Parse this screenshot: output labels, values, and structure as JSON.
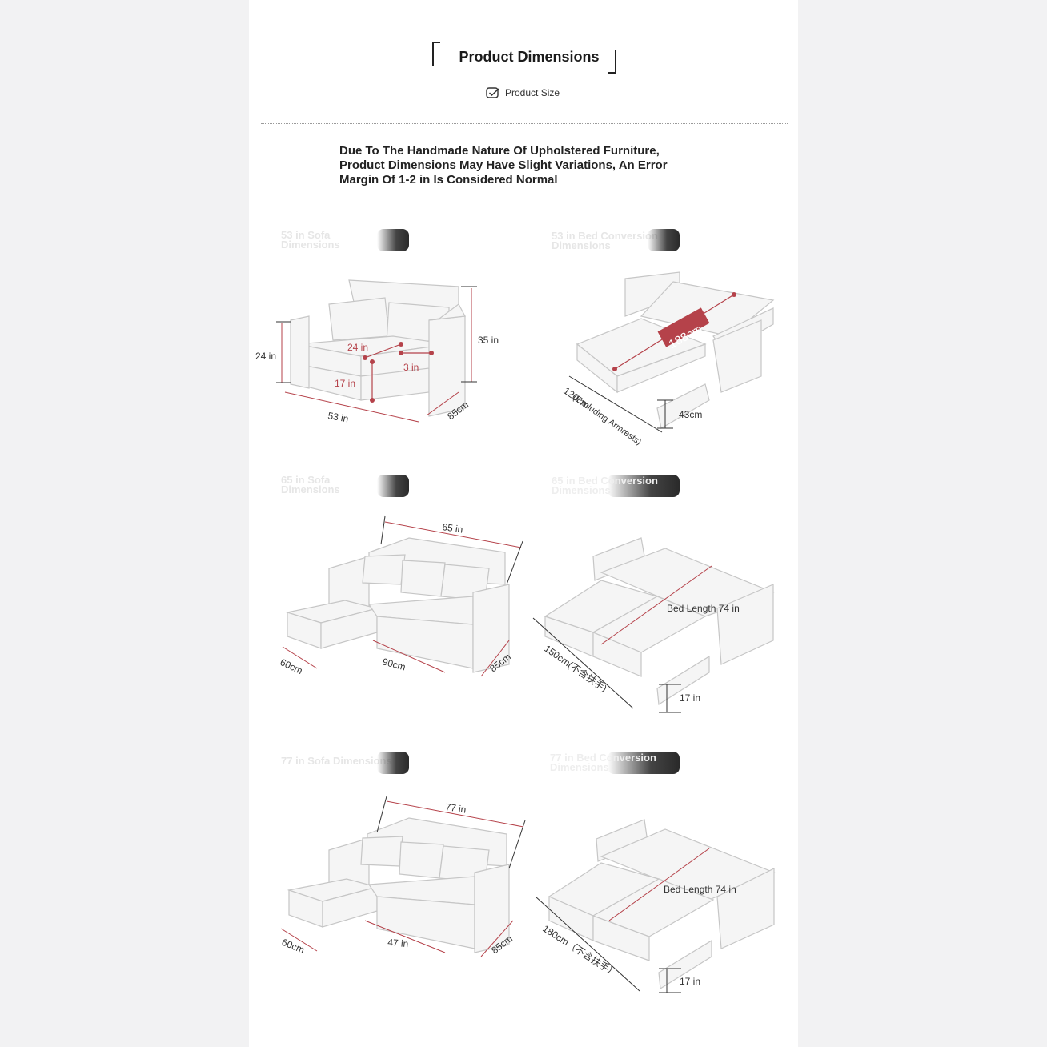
{
  "header": {
    "title": "Product Dimensions",
    "subtitle": "Product Size",
    "subtitle_icon": "checkbox-icon"
  },
  "notice": {
    "line1": "Due To The Handmade Nature Of Upholstered Furniture,",
    "line2": "Product Dimensions May Have Slight Variations, An Error",
    "line3": "Margin Of 1-2 in Is Considered Normal"
  },
  "sections": {
    "s53_sofa": {
      "title_a": "53 in Sofa",
      "title_b": "Dimensions"
    },
    "s53_bed": {
      "title_a": "53 in Bed Conversion",
      "title_b": "Dimensions"
    },
    "s65_sofa": {
      "title_a": "65 in Sofa",
      "title_b": "Dimensions"
    },
    "s65_bed": {
      "title_a": "65 in Bed Conversion",
      "title_b": "Dimensions"
    },
    "s77_sofa": {
      "title_a": "77 in Sofa Dimensions"
    },
    "s77_bed": {
      "title_a": "77 in Bed Conversion",
      "title_b": "Dimensions"
    }
  },
  "dims": {
    "sofa53": {
      "height_total": "35 in",
      "height_arm": "24 in",
      "width": "53 in",
      "depth": "85cm",
      "seat_depth": "24 in",
      "arm_width": "3 in",
      "seat_height": "17 in"
    },
    "bed53": {
      "length": "188cm",
      "width_main": "120cm",
      "width_note": "(Excluding Armrests)",
      "height": "43cm"
    },
    "sofa65": {
      "width": "65 in",
      "ottoman": "60cm",
      "seat": "90cm",
      "depth": "85cm"
    },
    "bed65": {
      "length": "Bed Length 74 in",
      "width": "150cm(不含扶手)",
      "height": "17 in"
    },
    "sofa77": {
      "width": "77 in",
      "ottoman": "60cm",
      "seat": "47 in",
      "depth": "85cm"
    },
    "bed77": {
      "length": "Bed Length 74 in",
      "width": "180cm（不含扶手）",
      "height": "17 in"
    }
  },
  "colors": {
    "accent_red": "#b5424a",
    "text_dark": "#222222",
    "sofa_fill": "#f4f4f4",
    "sofa_line": "#bdbdbd"
  }
}
